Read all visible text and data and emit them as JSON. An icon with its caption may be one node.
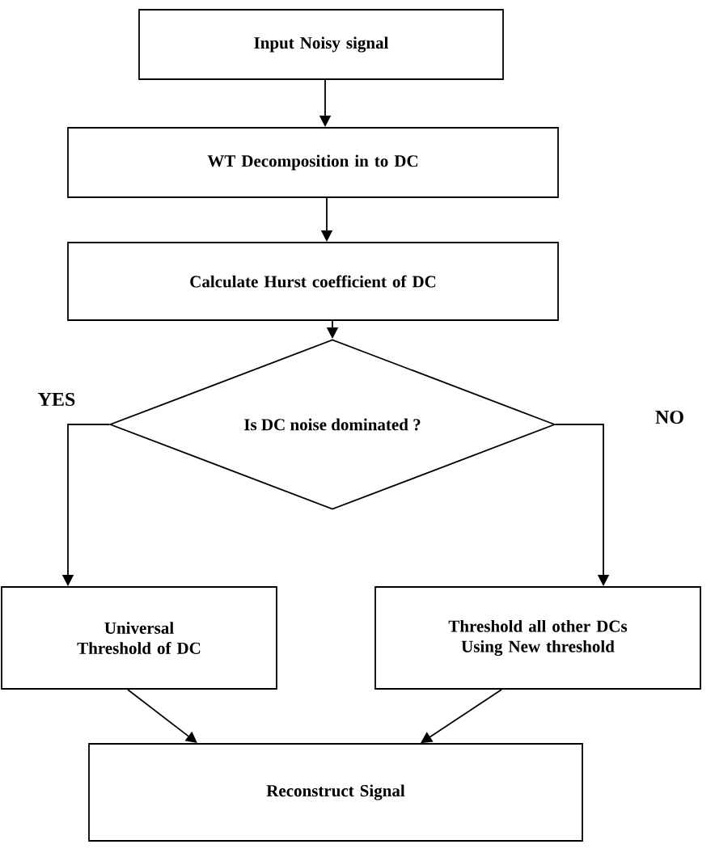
{
  "diagram": {
    "nodes": [
      {
        "text": [
          "Input Noisy signal"
        ]
      },
      {
        "text": [
          "WT Decomposition in to DC"
        ]
      },
      {
        "text": [
          "Calculate Hurst coefficient of DC"
        ]
      },
      {
        "text": [
          "Is DC noise dominated ?"
        ]
      },
      {
        "text": [
          "Universal Threshold of DC"
        ]
      },
      {
        "text": [
          "Threshold all other DCs Using New threshold"
        ]
      },
      {
        "text": [
          "Reconstruct Signal"
        ]
      }
    ],
    "edges": [
      {
        "from": 0,
        "to": 1,
        "arrow": "to"
      },
      {
        "from": 1,
        "to": 2,
        "arrow": "to"
      },
      {
        "from": 2,
        "to": 3,
        "arrow": "to"
      },
      {
        "from": 3,
        "to": 4,
        "arrow": "to",
        "label": "YES"
      },
      {
        "from": 3,
        "to": 5,
        "arrow": "to",
        "label": "NO"
      },
      {
        "from": 4,
        "to": 6,
        "arrow": "to"
      },
      {
        "from": 5,
        "to": 6,
        "arrow": "to"
      }
    ]
  }
}
